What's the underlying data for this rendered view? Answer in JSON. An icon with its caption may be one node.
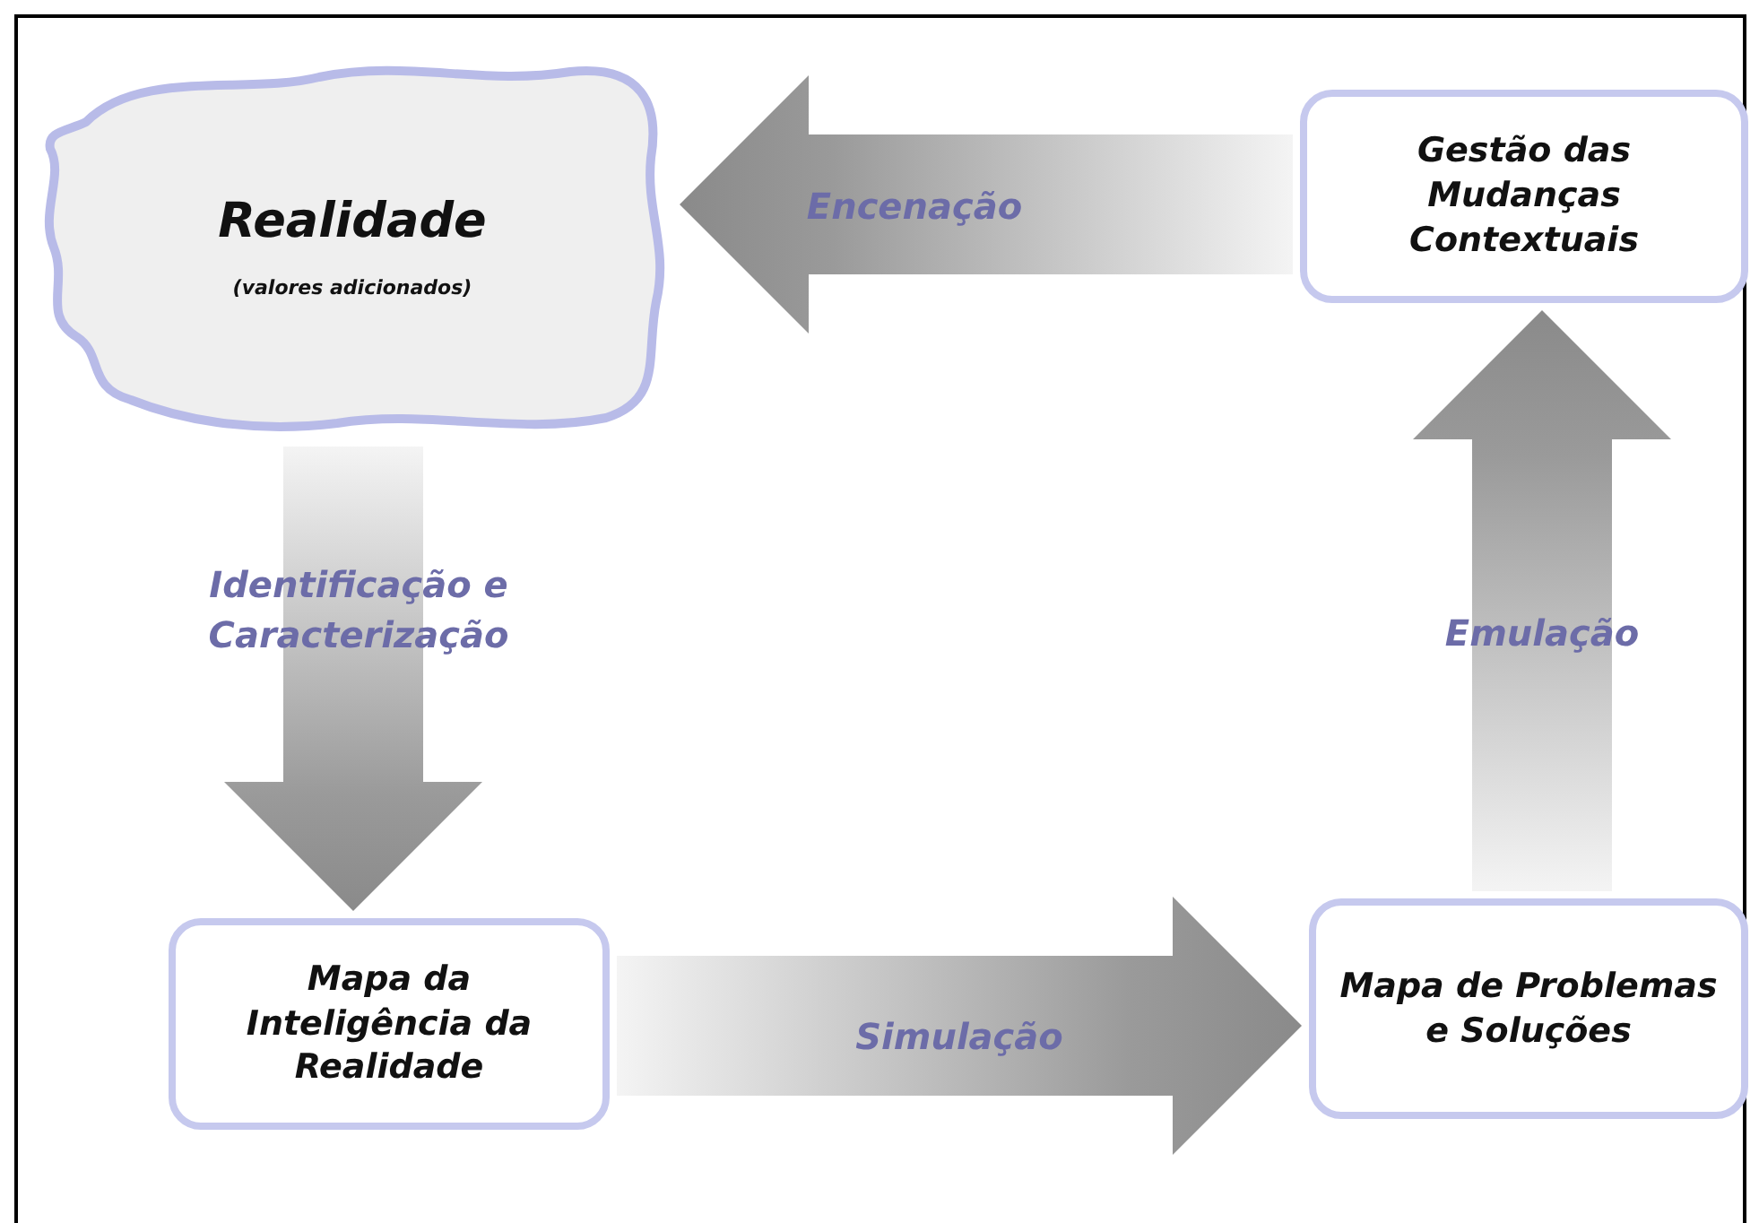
{
  "diagram": {
    "nodes": [
      {
        "text": [
          "Realidade",
          "(valores adicionados)"
        ]
      },
      {
        "text": [
          "Gestão das Mudanças Contextuais"
        ]
      },
      {
        "text": [
          "Mapa da Inteligência da Realidade"
        ]
      },
      {
        "text": [
          "Mapa de Problemas e Soluções"
        ]
      }
    ],
    "edges": [
      {
        "from": 1,
        "to": 0,
        "arrow": "to",
        "label": "Encenação",
        "style": "thick"
      },
      {
        "from": 0,
        "to": 2,
        "arrow": "to",
        "label": "Identificação e Caracterização",
        "style": "thick"
      },
      {
        "from": 2,
        "to": 3,
        "arrow": "to",
        "label": "Simulação",
        "style": "thick"
      },
      {
        "from": 3,
        "to": 1,
        "arrow": "to",
        "label": "Emulação",
        "style": "thick"
      }
    ]
  }
}
